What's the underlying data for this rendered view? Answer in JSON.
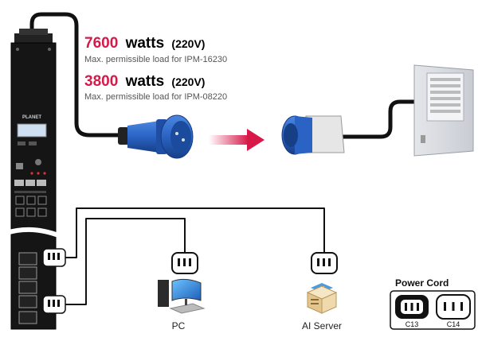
{
  "ratings": [
    {
      "value": "7600",
      "unit": "watts",
      "voltage": "(220V)",
      "note": "Max. permissible load for IPM-16230"
    },
    {
      "value": "3800",
      "unit": "watts",
      "voltage": "(220V)",
      "note": "Max. permissible load for IPM-08220"
    }
  ],
  "pdu": {
    "brand": "PLANET"
  },
  "devices": {
    "pc_label": "PC",
    "server_label": "AI Server",
    "server_badge": "AI"
  },
  "power_cord": {
    "title": "Power Cord",
    "c13_label": "C13",
    "c14_label": "C14"
  },
  "colors": {
    "accent": "#d7194a",
    "plug_blue": "#2a63c4",
    "cable": "#111111"
  }
}
